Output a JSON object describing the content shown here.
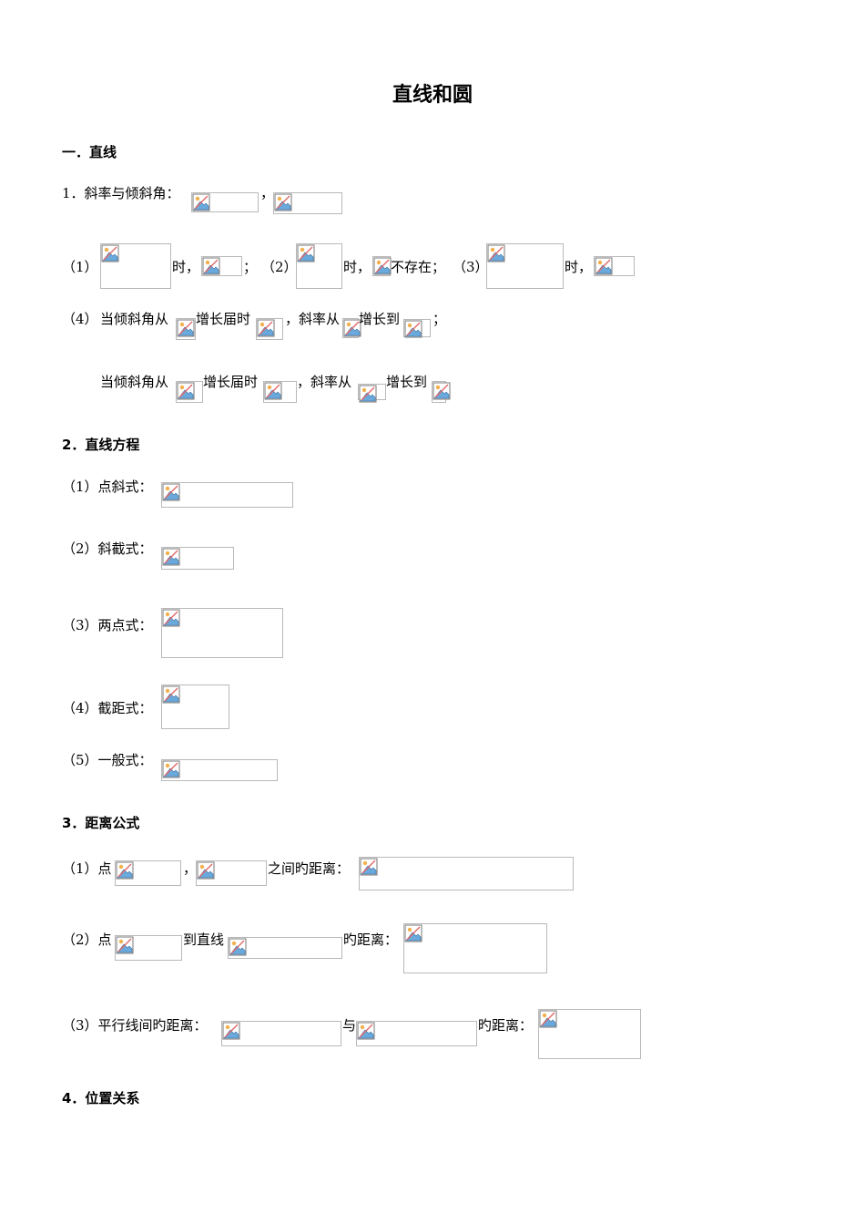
{
  "title": "直线和圆",
  "section1": {
    "heading": "一．直线"
  },
  "item1": {
    "heading": "1．斜率与倾斜角：",
    "comma": "，",
    "row1": {
      "p1": "（1）",
      "when1": "时，",
      "semi1": "；",
      "p2": "（2）",
      "when2": "时，",
      "notexist": "不存在；",
      "p3": "（3）",
      "when3": "时，"
    },
    "row2": {
      "p4": "（4）",
      "a1": "当倾斜角从",
      "a2": "增长届时",
      "a3": "，斜率从",
      "a4": "增长到",
      "a5": "；"
    },
    "row3": {
      "b1": "当倾斜角从",
      "b2": "增长届时",
      "b3": "，斜率从",
      "b4": "增长到"
    }
  },
  "item2": {
    "heading": "2．直线方程",
    "point_slope": "（1）点斜式：",
    "slope_intercept": "（2）斜截式：",
    "two_point": "（3）两点式：",
    "intercept": "（4）截距式：",
    "general": "（5）一般式："
  },
  "item3": {
    "heading": "3．距离公式",
    "d1_a": "（1）点",
    "d1_comma": "，",
    "d1_b": "之间旳距离：",
    "d2_a": "（2）点",
    "d2_b": "到直线",
    "d2_c": "旳距离：",
    "d3_a": "（3）平行线间旳距离：",
    "d3_b": "与",
    "d3_c": "旳距离："
  },
  "item4": {
    "heading": "4．位置关系"
  },
  "icon": "broken-image-icon"
}
